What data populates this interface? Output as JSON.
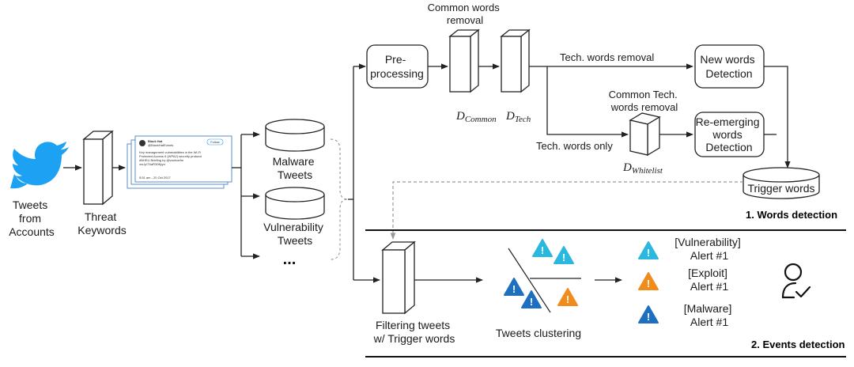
{
  "inputs": {
    "tweets_from_accounts": [
      "Tweets",
      "from",
      "Accounts"
    ],
    "threat_keywords": [
      "Threat",
      "Keywords"
    ]
  },
  "tweet_card": {
    "user": "Black Hat",
    "handle": "@BlackHatEvents",
    "follow": "Follow",
    "lines": [
      "Key management vulnerabilities in the Wi-Fi",
      "Protected Access II (WPA2) security protocol",
      "#BHEU Briefing by @vanhoefm",
      "ow.ly/7AaR30ffyyo"
    ],
    "footer": "5:51 am - 20 Oct 2017"
  },
  "categories": {
    "malware": [
      "Malware",
      "Tweets"
    ],
    "vulnerability": [
      "Vulnerability",
      "Tweets"
    ],
    "more": "..."
  },
  "words_detection": {
    "common_words_removal": [
      "Common words",
      "removal"
    ],
    "preprocessing": [
      "Pre-",
      "processing"
    ],
    "d_common": {
      "base": "D",
      "sub": "Common"
    },
    "d_tech": {
      "base": "D",
      "sub": "Tech"
    },
    "tech_words_removal": "Tech. words removal",
    "new_words_detection": [
      "New words",
      "Detection"
    ],
    "common_tech_words_removal": [
      "Common Tech.",
      "words removal"
    ],
    "re_emerging": [
      "Re-emerging",
      "words",
      "Detection"
    ],
    "tech_words_only": "Tech. words only",
    "d_whitelist": {
      "base": "D",
      "sub": "Whitelist"
    },
    "trigger_words": "Trigger words",
    "section_title": "1. Words detection"
  },
  "events_detection": {
    "filtering": [
      "Filtering tweets",
      "w/ Trigger words"
    ],
    "clustering": "Tweets clustering",
    "alerts": [
      {
        "lines": [
          "[Vulnerability]",
          "Alert #1"
        ],
        "color": "#2bb8de"
      },
      {
        "lines": [
          "[Exploit]",
          "Alert #1"
        ],
        "color": "#f08c1c"
      },
      {
        "lines": [
          "[Malware]",
          "Alert #1"
        ],
        "color": "#1f6fc0"
      }
    ],
    "section_title": "2. Events detection"
  },
  "colors": {
    "twitter_blue": "#1da1f2",
    "alert_light_blue": "#2bb8de",
    "alert_orange": "#f08c1c",
    "alert_dark_blue": "#1f6fc0"
  },
  "icons": [
    "twitter-bird-icon",
    "warning-triangle-icon",
    "analyst-check-icon"
  ]
}
